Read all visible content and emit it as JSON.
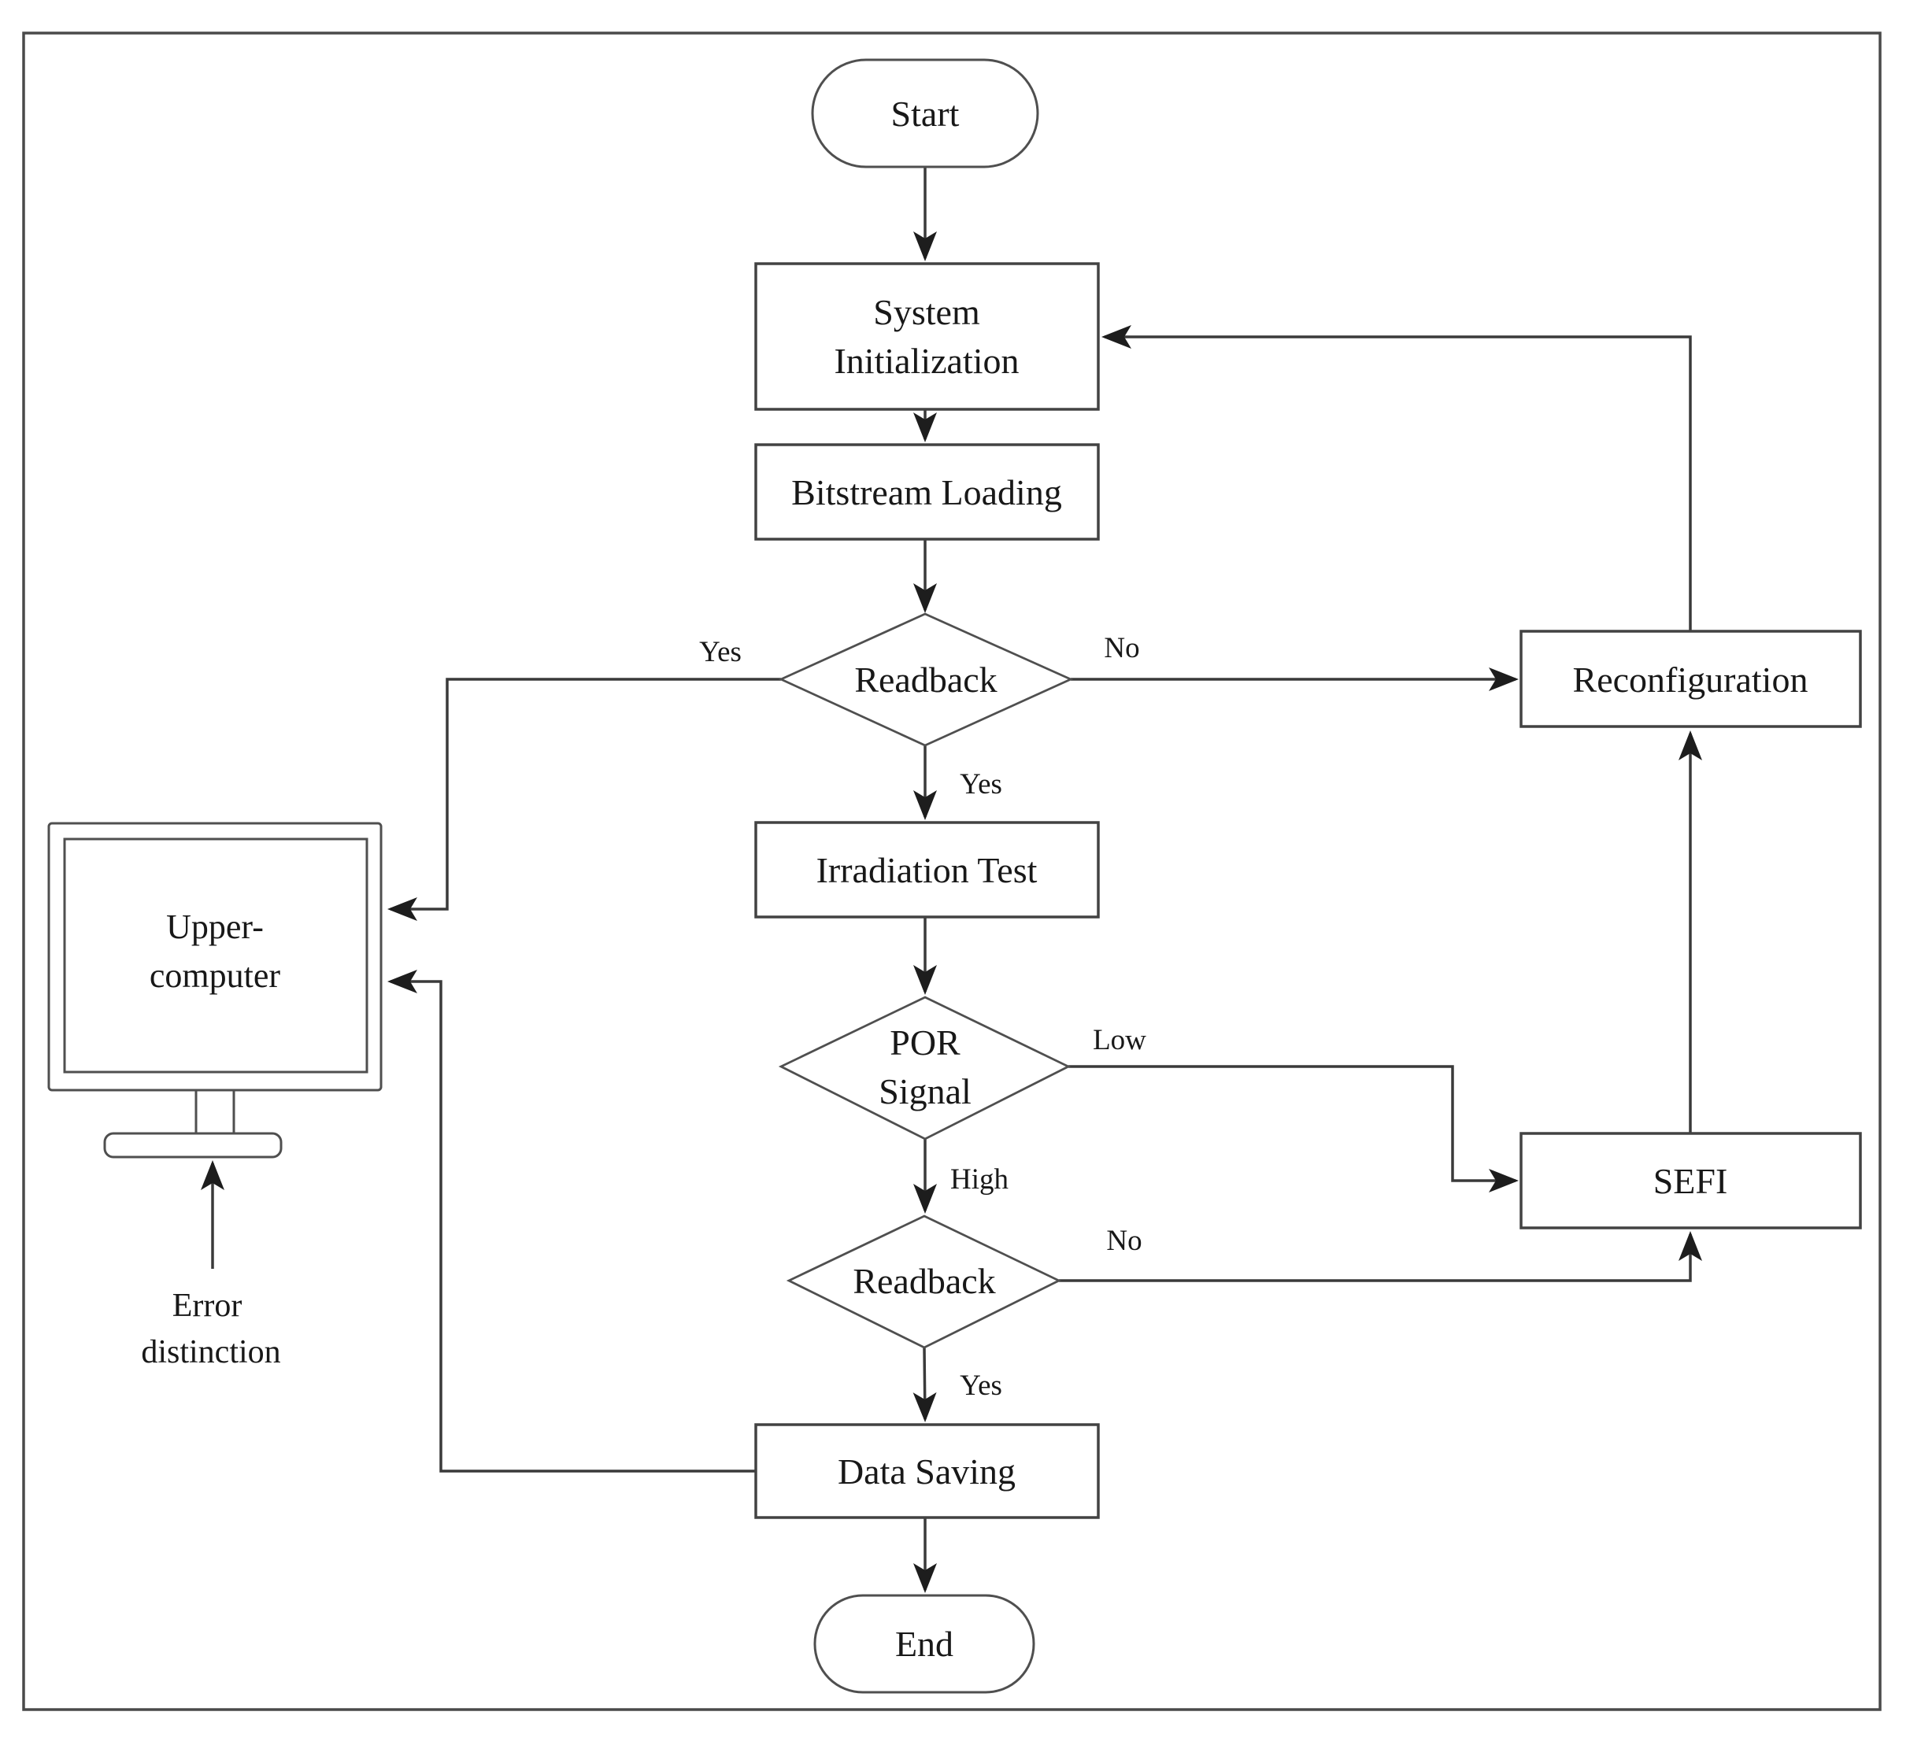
{
  "nodes": {
    "start": {
      "label": "Start",
      "type": "terminator"
    },
    "system_init": {
      "line1": "System",
      "line2": "Initialization",
      "type": "process"
    },
    "bitstream_loading": {
      "label": "Bitstream Loading",
      "type": "process"
    },
    "readback1": {
      "label": "Readback",
      "type": "decision"
    },
    "reconfiguration": {
      "label": "Reconfiguration",
      "type": "process"
    },
    "irradiation_test": {
      "label": "Irradiation Test",
      "type": "process"
    },
    "por_signal": {
      "line1": "POR",
      "line2": "Signal",
      "type": "decision"
    },
    "sefi": {
      "label": "SEFI",
      "type": "process"
    },
    "readback2": {
      "label": "Readback",
      "type": "decision"
    },
    "data_saving": {
      "label": "Data Saving",
      "type": "process"
    },
    "end": {
      "label": "End",
      "type": "terminator"
    },
    "upper_computer": {
      "line1": "Upper-",
      "line2": "computer",
      "type": "device"
    },
    "error_distinction": {
      "line1": "Error",
      "line2": "distinction",
      "type": "caption"
    }
  },
  "edge_labels": {
    "readback1_no": "No",
    "readback1_yes_left": "Yes",
    "readback1_yes_down": "Yes",
    "por_low": "Low",
    "por_high": "High",
    "readback2_no": "No",
    "readback2_yes": "Yes"
  },
  "colors": {
    "background": "#ffffff",
    "line": "#3a3a3a",
    "box_border": "#424242",
    "diamond_border": "#4f4f4f",
    "outer_border": "#4a4a4a",
    "text": "#181818"
  }
}
